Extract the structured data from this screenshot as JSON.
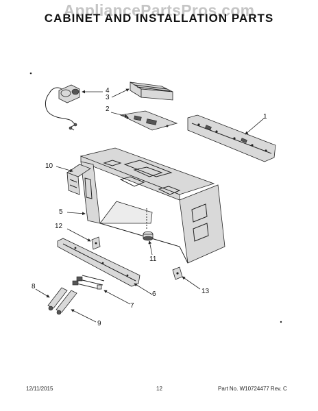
{
  "watermark": "AppliancePartsPros.com",
  "title": "CABINET AND INSTALLATION PARTS",
  "callouts": [
    {
      "id": "1",
      "label": "1"
    },
    {
      "id": "2",
      "label": "2"
    },
    {
      "id": "3",
      "label": "3"
    },
    {
      "id": "4",
      "label": "4"
    },
    {
      "id": "5",
      "label": "5"
    },
    {
      "id": "6",
      "label": "6"
    },
    {
      "id": "7",
      "label": "7"
    },
    {
      "id": "8",
      "label": "8"
    },
    {
      "id": "9",
      "label": "9"
    },
    {
      "id": "10",
      "label": "10"
    },
    {
      "id": "11",
      "label": "11"
    },
    {
      "id": "12",
      "label": "12"
    },
    {
      "id": "13",
      "label": "13"
    }
  ],
  "footer": {
    "date": "12/11/2015",
    "page": "12",
    "part_number": "Part No. W10724477  Rev. C"
  }
}
